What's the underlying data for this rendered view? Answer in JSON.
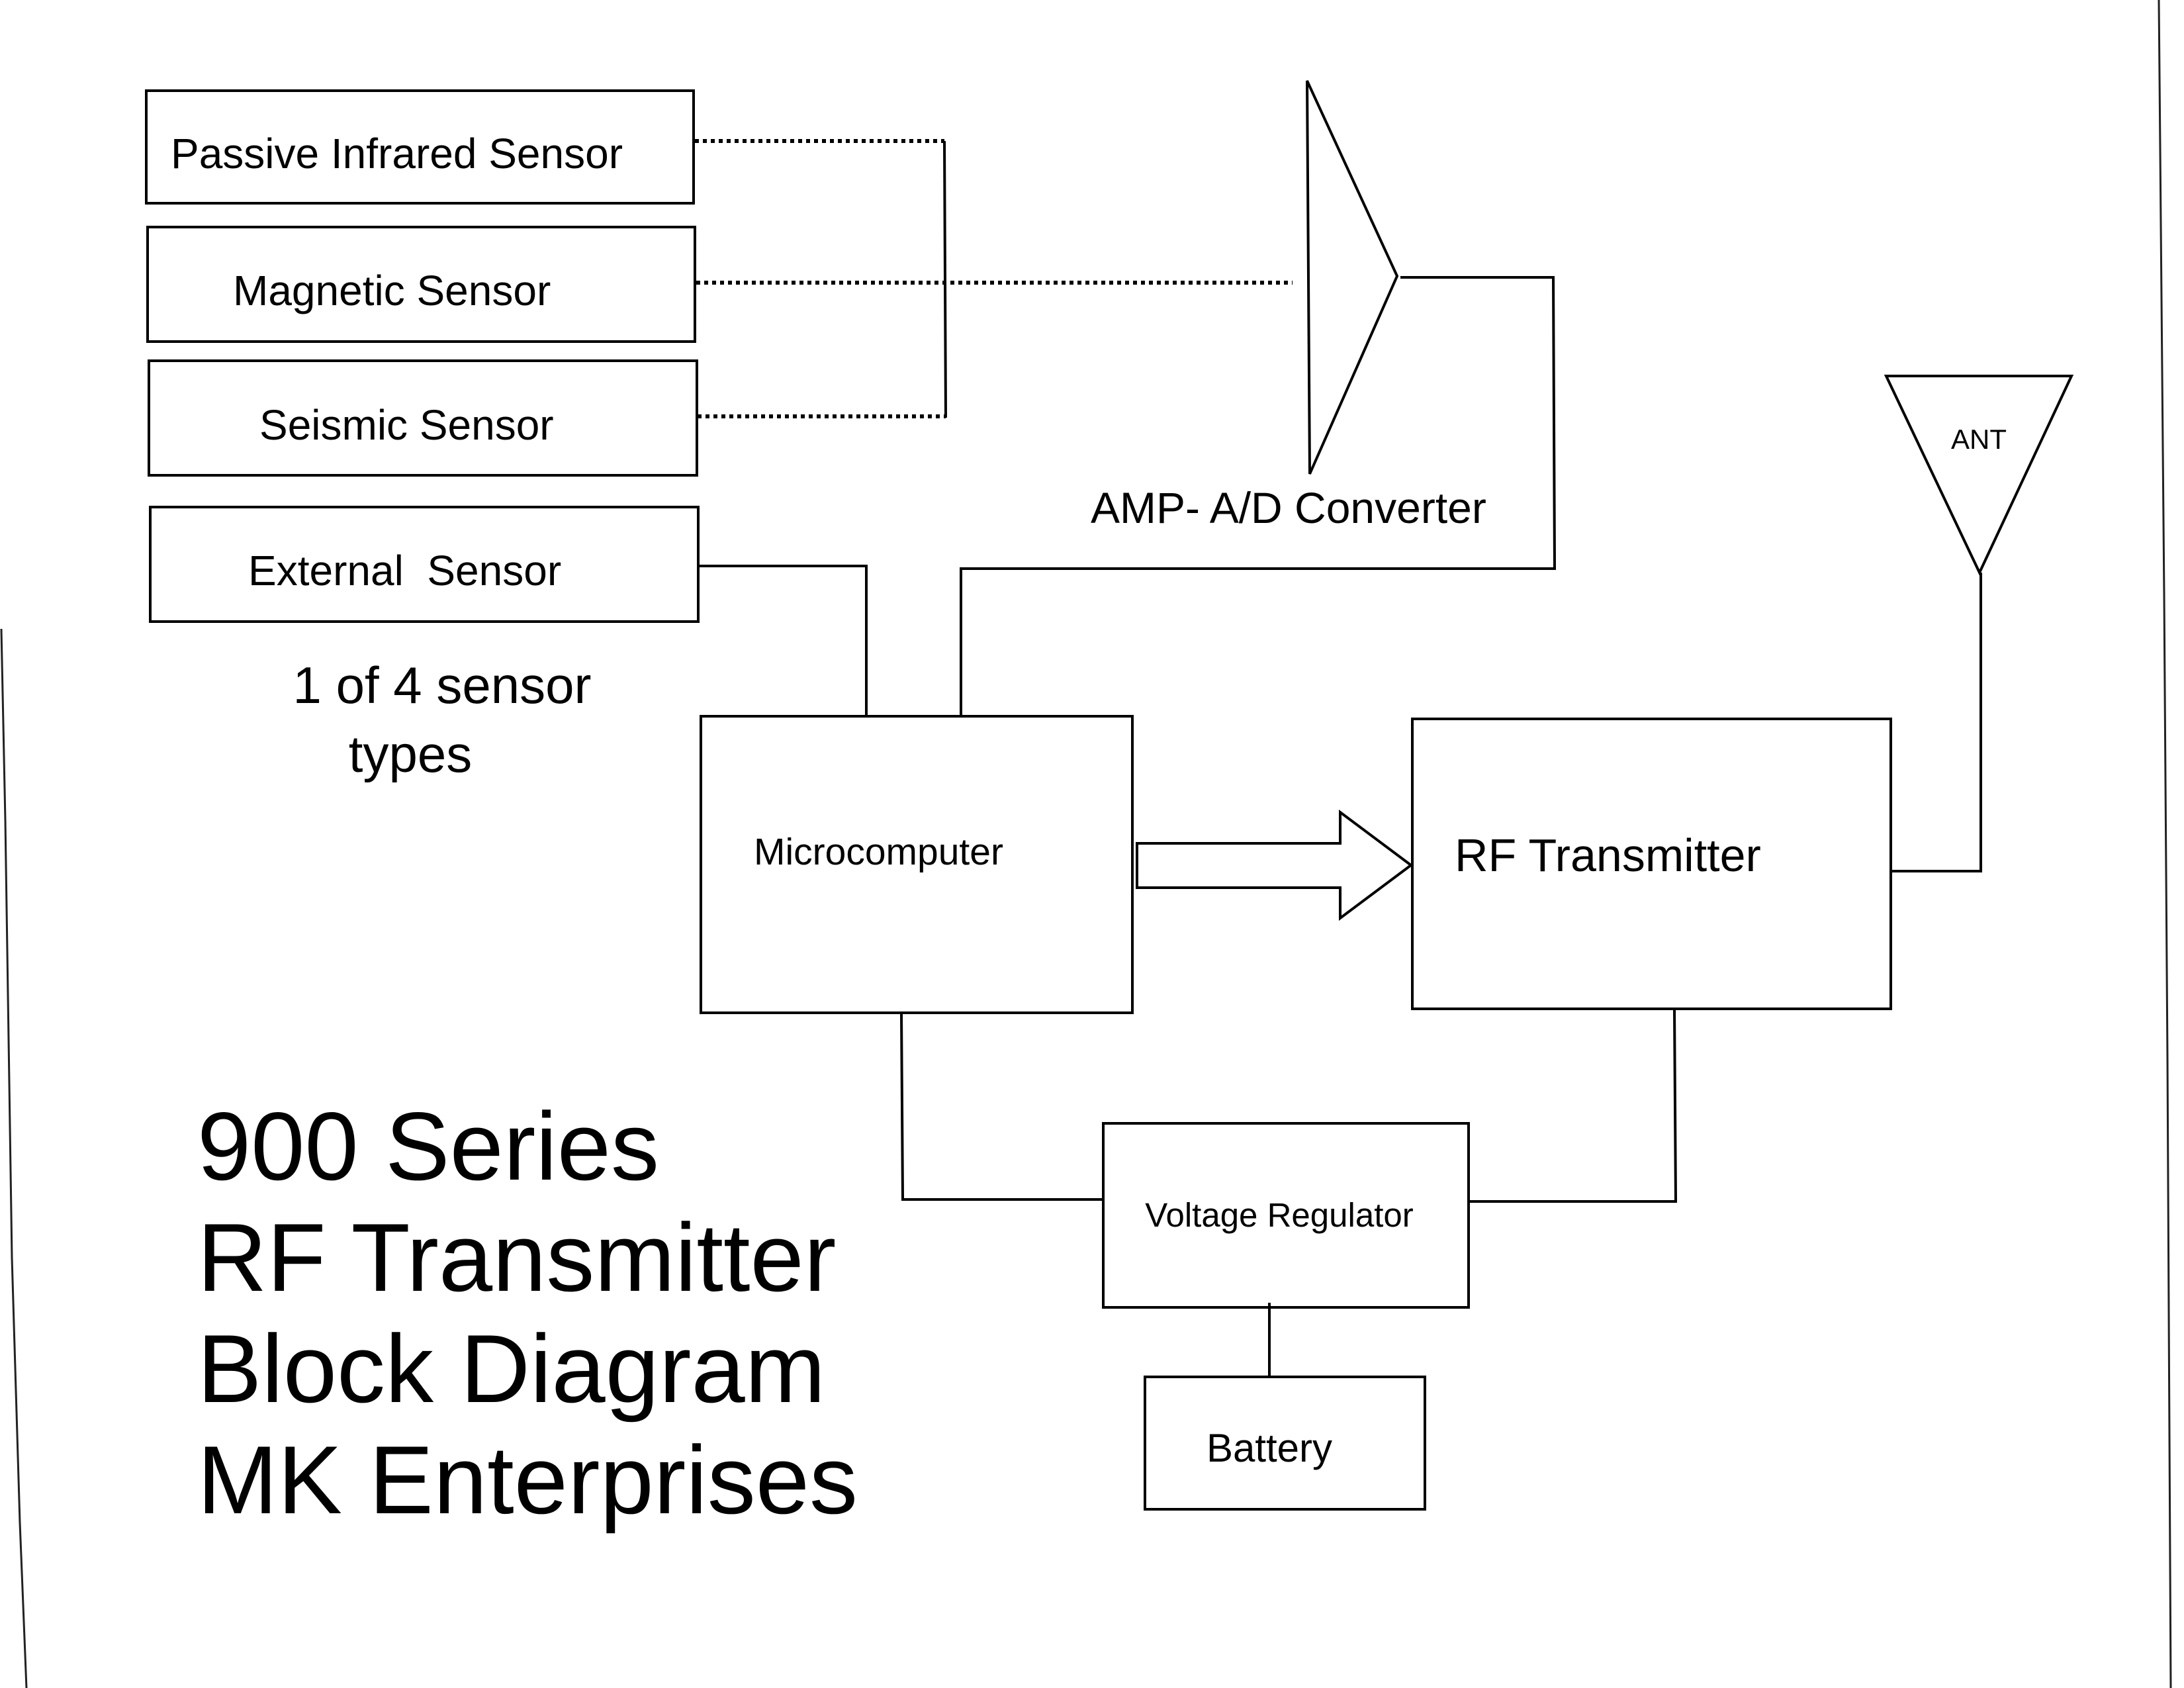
{
  "diagram": {
    "sensors": [
      {
        "label": "Passive Infrared Sensor",
        "connection": "dotted"
      },
      {
        "label": "Magnetic Sensor",
        "connection": "dotted"
      },
      {
        "label": "Seismic Sensor",
        "connection": "dotted"
      },
      {
        "label": "External  Sensor",
        "connection": "solid"
      }
    ],
    "sensor_note": [
      "1 of 4 sensor",
      "types"
    ],
    "amplifier": {
      "label": "AMP- A/D Converter"
    },
    "microcomputer": {
      "label": "Microcomputer"
    },
    "rf_transmitter": {
      "label": "RF Transmitter"
    },
    "antenna": {
      "label": "ANT"
    },
    "voltage_regulator": {
      "label": "Voltage Regulator"
    },
    "battery": {
      "label": "Battery"
    },
    "title_lines": [
      "900 Series",
      "RF Transmitter",
      "Block Diagram",
      "MK Enterprises"
    ],
    "connections": [
      {
        "from": "Passive Infrared Sensor",
        "to": "AMP- A/D Converter",
        "style": "dotted"
      },
      {
        "from": "Magnetic Sensor",
        "to": "AMP- A/D Converter",
        "style": "dotted"
      },
      {
        "from": "Seismic Sensor",
        "to": "AMP- A/D Converter",
        "style": "dotted"
      },
      {
        "from": "AMP- A/D Converter",
        "to": "Microcomputer",
        "style": "solid"
      },
      {
        "from": "External  Sensor",
        "to": "Microcomputer",
        "style": "solid"
      },
      {
        "from": "Microcomputer",
        "to": "RF Transmitter",
        "style": "block-arrow"
      },
      {
        "from": "RF Transmitter",
        "to": "ANT",
        "style": "solid"
      },
      {
        "from": "Voltage Regulator",
        "to": "Microcomputer",
        "style": "solid"
      },
      {
        "from": "Voltage Regulator",
        "to": "RF Transmitter",
        "style": "solid"
      },
      {
        "from": "Battery",
        "to": "Voltage Regulator",
        "style": "solid"
      }
    ]
  }
}
